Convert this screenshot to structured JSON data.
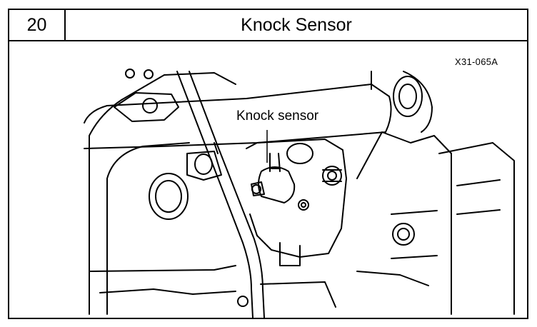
{
  "header": {
    "step_number": "20",
    "title": "Knock Sensor"
  },
  "figure": {
    "id": "X31-065A",
    "callout": "Knock sensor",
    "colors": {
      "line": "#000000",
      "background": "#ffffff"
    }
  }
}
